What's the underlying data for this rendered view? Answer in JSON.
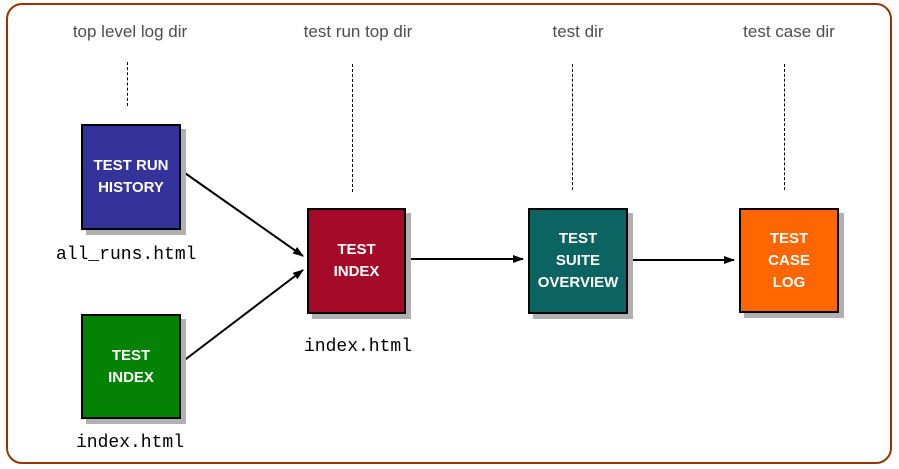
{
  "frame": {
    "border_color": "#993300",
    "background_color": "#ffffff"
  },
  "header_text_color": "#4d4d4d",
  "column_headers": [
    {
      "label": "top level log dir"
    },
    {
      "label": "test run top dir"
    },
    {
      "label": "test dir"
    },
    {
      "label": "test case dir"
    }
  ],
  "nodes": {
    "test_run_history": {
      "label": "TEST RUN\nHISTORY",
      "color": "#333399",
      "text_color": "#ffffff",
      "file_label": "all_runs.html"
    },
    "test_index_top_level": {
      "label": "TEST\nINDEX",
      "color": "#038203",
      "text_color": "#ffffff",
      "file_label": "index.html"
    },
    "test_index_test_run": {
      "label": "TEST\nINDEX",
      "color": "#A50A28",
      "text_color": "#ffffff",
      "file_label": "index.html"
    },
    "test_suite_overview": {
      "label": "TEST\nSUITE\nOVERVIEW",
      "color": "#0B6462",
      "text_color": "#ffffff"
    },
    "test_case_log": {
      "label": "TEST\nCASE\nLOG",
      "color": "#FF6600",
      "text_color": "#ffffff"
    }
  },
  "connections": [
    {
      "from": "test_run_history",
      "to": "test_index_test_run"
    },
    {
      "from": "test_index_top_level",
      "to": "test_index_test_run"
    },
    {
      "from": "test_index_test_run",
      "to": "test_suite_overview"
    },
    {
      "from": "test_suite_overview",
      "to": "test_case_log"
    }
  ],
  "line_color": "#000000",
  "shadow_color": "#b0b0b0"
}
